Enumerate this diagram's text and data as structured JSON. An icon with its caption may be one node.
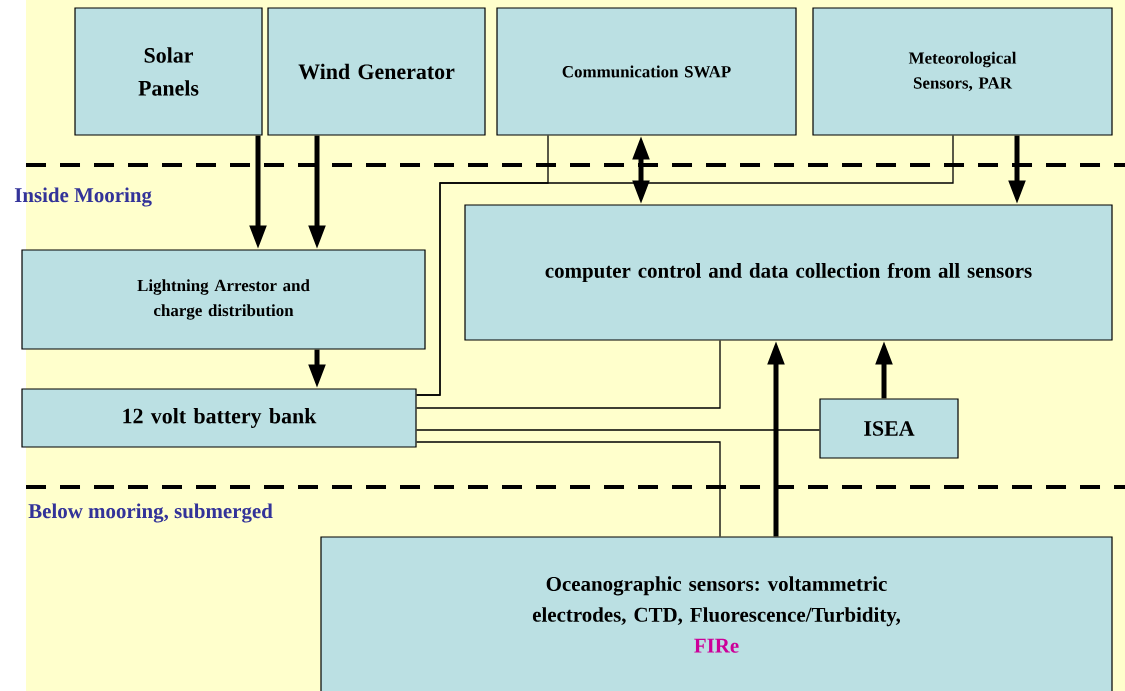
{
  "diagram": {
    "nodes": [
      {
        "text": [
          "Solar Panels"
        ]
      },
      {
        "text": [
          "Wind Generator"
        ]
      },
      {
        "text": [
          "Communication SWAP"
        ]
      },
      {
        "text": [
          "Meteorological Sensors, PAR"
        ]
      },
      {
        "text": [
          "Lightning Arrestor and charge distribution"
        ]
      },
      {
        "text": [
          "computer control and data collection from all sensors"
        ]
      },
      {
        "text": [
          "12 volt battery bank"
        ]
      },
      {
        "text": [
          "ISEA"
        ]
      },
      {
        "text": [
          "Oceanographic sensors: voltammetric electrodes, CTD, Fluorescence/Turbidity,",
          "FIRe"
        ]
      }
    ],
    "edges": [
      {
        "from": 0,
        "to": 4,
        "arrow": "to"
      },
      {
        "from": 1,
        "to": 4,
        "arrow": "to"
      },
      {
        "from": 2,
        "to": 5,
        "arrow": "both"
      },
      {
        "from": 3,
        "to": 5,
        "arrow": "to"
      },
      {
        "from": 4,
        "to": 6,
        "arrow": "to"
      },
      {
        "from": 8,
        "to": 5,
        "arrow": "to"
      },
      {
        "from": 7,
        "to": 5,
        "arrow": "to"
      },
      {
        "from": 6,
        "to": 2,
        "arrow": "none"
      },
      {
        "from": 6,
        "to": 3,
        "arrow": "none"
      },
      {
        "from": 6,
        "to": 5,
        "arrow": "none"
      },
      {
        "from": 6,
        "to": 7,
        "arrow": "none"
      },
      {
        "from": 6,
        "to": 8,
        "arrow": "none"
      }
    ],
    "labels": [
      "Inside Mooring",
      "Below mooring, submerged"
    ]
  }
}
